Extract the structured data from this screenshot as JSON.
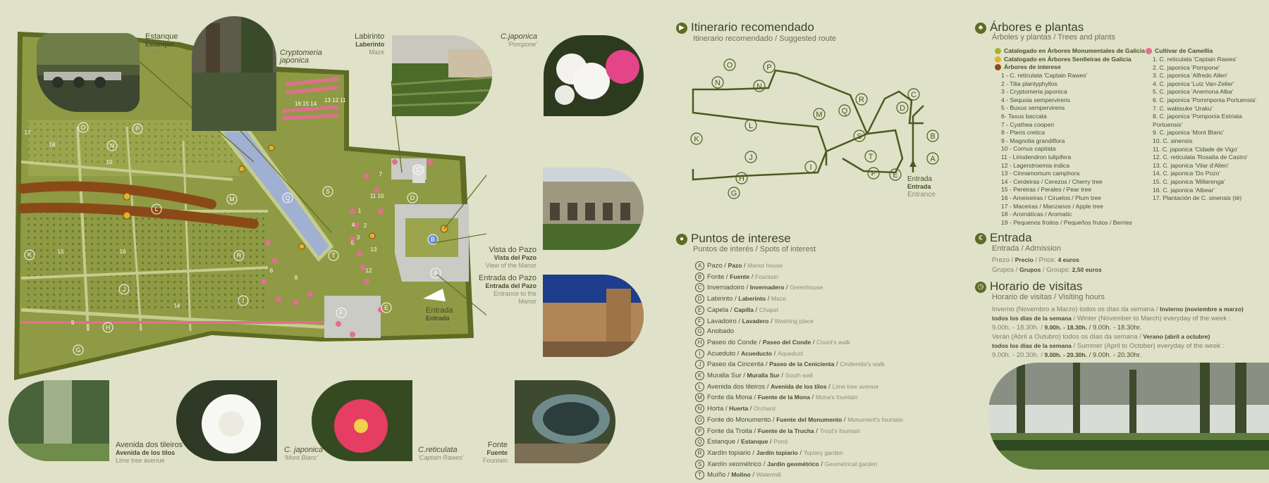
{
  "map": {
    "labels": {
      "estanque": {
        "t": "Estanque",
        "b": "Estanque",
        "e": "Pond"
      },
      "cryptomeria": {
        "t": "Cryptomeria japonica"
      },
      "labirinto": {
        "t": "Labirinto",
        "b": "Laberinto",
        "e": "Maze"
      },
      "cjaponica_pompone": {
        "t": "C.japonica",
        "e": "'Pompone'"
      },
      "vista_pazo": {
        "t": "Vista do Pazo",
        "b": "Vista del Pazo",
        "e": "View of the Manor"
      },
      "entrada_pazo": {
        "t": "Entrada do Pazo",
        "b": "Entrada del Pazo",
        "e": "Entrance to the Manor"
      },
      "entrada": {
        "t": "Entrada",
        "b": "Entrada",
        "e": "Entrance"
      },
      "avenida": {
        "t": "Avenida dos tileiros",
        "b": "Avenida de los tilos",
        "e": "Lime tree avenue"
      },
      "mont_blanc": {
        "t": "C. japonica",
        "e": "'Mont Blanc'"
      },
      "captain_rawes": {
        "t": "C.reticulata",
        "e": "'Captain Rawes'"
      },
      "fonte": {
        "t": "Fonte",
        "b": "Fuente",
        "e": "Fountain"
      }
    },
    "letters": [
      "A",
      "B",
      "C",
      "D",
      "E",
      "F",
      "G",
      "H",
      "I",
      "J",
      "K",
      "L",
      "M",
      "N",
      "O",
      "P",
      "Q",
      "R",
      "S",
      "T"
    ],
    "numbers": [
      "1",
      "2",
      "3",
      "4",
      "5",
      "6",
      "7",
      "8",
      "9",
      "10",
      "11",
      "12",
      "13",
      "14",
      "15",
      "16",
      "17",
      "18",
      "19"
    ]
  },
  "colors": {
    "bg": "#dfe2c8",
    "lawn": "#8f9a44",
    "path": "#c5cc8d",
    "border": "#5f6a24",
    "water": "#9fb0d3",
    "camellia": "#e0708e",
    "tree_yellow": "#e0b52a",
    "tree_brown": "#8a4a17",
    "gray": "#c9cbc4"
  },
  "route": {
    "title": "Itinerario recomendado",
    "subtitle": "Itinerario recomendado / Suggested route",
    "entrance": {
      "t": "Entrada",
      "b": "Entrada",
      "e": "Entrance"
    },
    "letters": [
      "A",
      "B",
      "C",
      "D",
      "E",
      "F",
      "G",
      "H",
      "I",
      "J",
      "K",
      "L",
      "M",
      "N",
      "O",
      "P",
      "Q",
      "R",
      "S",
      "T"
    ]
  },
  "poi": {
    "title": "Puntos de interese",
    "subtitle": "Puntos de interés / Spots of interest",
    "items": [
      {
        "k": "A",
        "gl": "Pazo",
        "ca": "Pazo",
        "en": "Manor house"
      },
      {
        "k": "B",
        "gl": "Fonte",
        "ca": "Fuente",
        "en": "Fountain"
      },
      {
        "k": "C",
        "gl": "Invernadoiro",
        "ca": "Invernadero",
        "en": "Greenhouse"
      },
      {
        "k": "D",
        "gl": "Labirinto",
        "ca": "Laberinto",
        "en": "Maze"
      },
      {
        "k": "E",
        "gl": "Capela",
        "ca": "Capilla",
        "en": "Chapel"
      },
      {
        "k": "F",
        "gl": "Lavadoiro",
        "ca": "Lavadero",
        "en": "Washing place"
      },
      {
        "k": "G",
        "gl": "Anobado",
        "ca": "",
        "en": ""
      },
      {
        "k": "H",
        "gl": "Paseo do Conde",
        "ca": "Paseo del Conde",
        "en": "Count's walk"
      },
      {
        "k": "I",
        "gl": "Acueduto",
        "ca": "Acueducto",
        "en": "Aqueduct"
      },
      {
        "k": "J",
        "gl": "Paseo da Cincenta",
        "ca": "Paseo de la Cenicienta",
        "en": "Cinderella's walk"
      },
      {
        "k": "K",
        "gl": "Muralla Sur",
        "ca": "Muralla Sur",
        "en": "South wall"
      },
      {
        "k": "L",
        "gl": "Avenida dos tileiros",
        "ca": "Avenida de los tilos",
        "en": "Lime tree avenue"
      },
      {
        "k": "M",
        "gl": "Fonte da Mona",
        "ca": "Fuente de la Mona",
        "en": "Mona's fountain"
      },
      {
        "k": "N",
        "gl": "Horta",
        "ca": "Huerta",
        "en": "Orchard"
      },
      {
        "k": "O",
        "gl": "Fonte do Monumento",
        "ca": "Fuente del Monumento",
        "en": "Monument's fountain"
      },
      {
        "k": "P",
        "gl": "Fonte da Troita",
        "ca": "Fuente de la Trucha",
        "en": "Trout's fountain"
      },
      {
        "k": "Q",
        "gl": "Estanque",
        "ca": "Estanque",
        "en": "Pond"
      },
      {
        "k": "R",
        "gl": "Xardín topiario",
        "ca": "Jardín topiario",
        "en": "Topiary garden"
      },
      {
        "k": "S",
        "gl": "Xardín xeométrico",
        "ca": "Jardín geométrico",
        "en": "Geometrical garden"
      },
      {
        "k": "T",
        "gl": "Muíño",
        "ca": "Molino",
        "en": "Watermill"
      }
    ]
  },
  "trees": {
    "title": "Árbores e plantas",
    "subtitle": "Árboles y plantas / Trees and plants",
    "legend": [
      {
        "color": "#a8b232",
        "text": "Catalogado en Árbores Monumentales de Galicia"
      },
      {
        "color": "#e0b52a",
        "text": "Catalogado en Árbores Senlleiras de Galicia"
      },
      {
        "color": "#8a4a17",
        "text": "Árbores de interese"
      }
    ],
    "left": [
      "1 - C. reticulata 'Captain Rawes'",
      "2 - Tilia plantyphyllos",
      "3 - Cryptomeria japonica",
      "4 - Sequoia sempervirens",
      "5 - Buxus sempervirens",
      "6- Taxus baccata",
      "7 - Cyathea cooperi",
      "8 - Pteris cretica",
      "9 - Magnolia grandiflora",
      "10 - Cornus capitata",
      "11 - Liriodendron tulipifera",
      "12 - Lagerstroemia indica",
      "13 - Cinnamomum camphora",
      "14 - Cerdeiras / Cerezos / Cherry tree",
      "15 - Pereiras / Perales / Pear tree",
      "16 - Ameixeiras / Ciruelos / Plum tree",
      "17 - Maceiras / Manzanos / Apple tree",
      "18 - Aromáticas / Aromatic",
      "19 - Pequenos froitos / Pequeños frutos / Berries"
    ],
    "camellia_title": "Cultivar de Camellia",
    "right": [
      "1. C. reticulata 'Captain Rawes'",
      "2. C. japonica 'Pompone'",
      "3. C. japonica 'Alfredo Allen'",
      "4. C. japonica 'Luiz Van-Zeller'",
      "5. C. japonica 'Anemona Alba'",
      "6. C. japonica 'Pommponia Portuensis'",
      "7. C. wabisuke 'Uraku'",
      "8. C. japonica 'Pomponia Estriata Portuensis'",
      "9. C. japonica 'Mont Blanc'",
      "10. C. sinensis",
      "11. C. japonica 'Cidade de Vigo'",
      "12. C. reticulata 'Rosalía de Castro'",
      "13. C. japonica 'Vilar d'Allen'",
      "14. C. japonica 'Do Pozo'",
      "15. C. japonica 'Millarenga'",
      "16. C. japonica 'Albear'",
      "17. Plantación de C. sinensis (té)"
    ]
  },
  "admission": {
    "title": "Entrada",
    "subtitle": "Entrada / Admission",
    "price_gl": "Prezo /",
    "price_ca": "Precio",
    "price_en": "/ Price:",
    "price_val": "4 euros",
    "group_gl": "Grupos /",
    "group_ca": "Grupos",
    "group_en": "/ Groups:",
    "group_val": "2,50 euros"
  },
  "hours": {
    "title": "Horario de visitas",
    "subtitle": "Horario de visitas / Visiting hours",
    "winter_gl": "Inverno (Novembro a Marzo) todos os días da semana /",
    "winter_ca": "Invierno (noviembre a marzo)",
    "winter_ca2": "todos los días de la semana",
    "winter_en": "/ Winter (November to March) everyday of the week :",
    "winter_t1": "9.00h. - 18.30h. /",
    "winter_t2": "9.00h. - 18.30h.",
    "winter_t3": "/ 9.00h. - 18.30hr.",
    "summer_gl": "Verán (Abril a Outubro) todos os días da semana /",
    "summer_ca": "Verano (abril a octubre)",
    "summer_ca2": "todos los días de la semana",
    "summer_en": "/ Summer (April to October) everyday of the week :",
    "summer_t1": "9.00h. - 20.30h. /",
    "summer_t2": "9.00h. - 20.30h.",
    "summer_t3": "/ 9.00h. - 20.30hr."
  }
}
